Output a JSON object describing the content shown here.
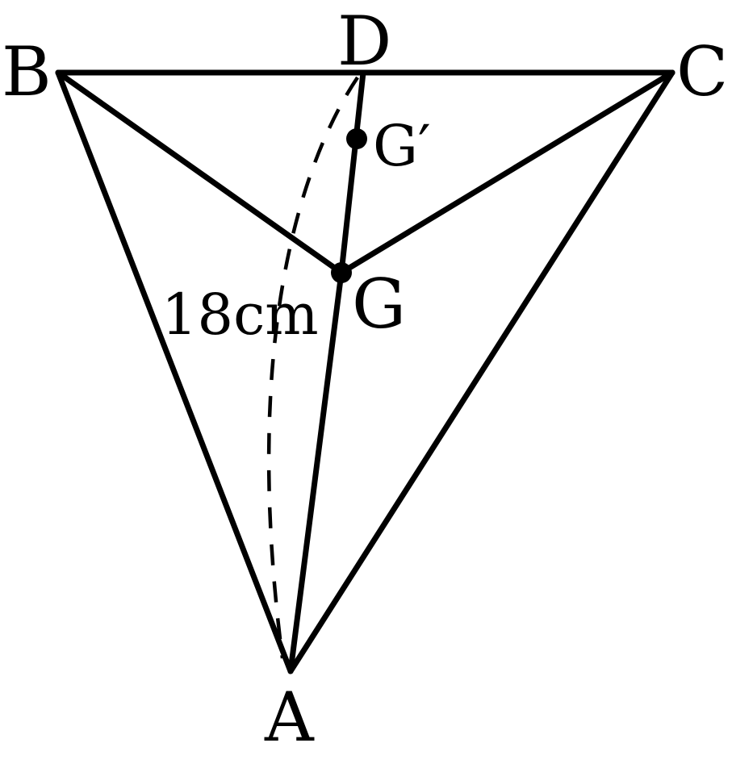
{
  "labels": {
    "A": "A",
    "B": "B",
    "C": "C",
    "D": "D",
    "G": "G",
    "G_prime": "G′",
    "length": "18cm"
  }
}
